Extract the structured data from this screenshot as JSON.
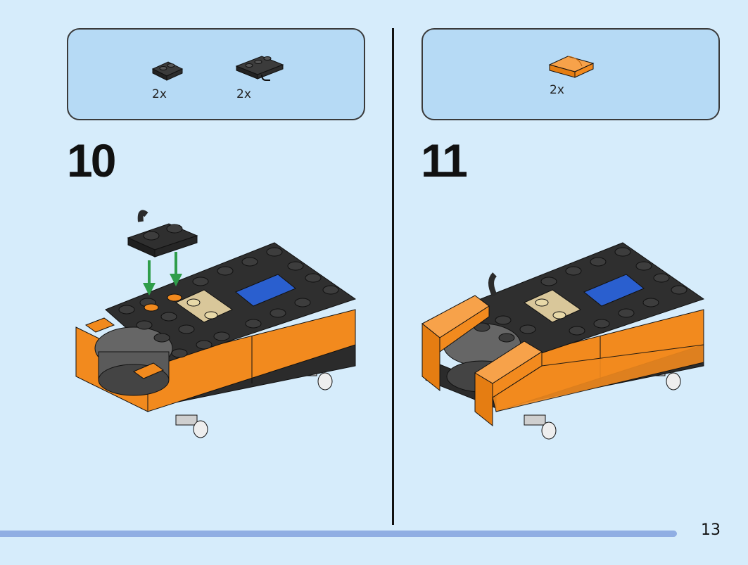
{
  "steps": [
    {
      "number": "10",
      "parts": [
        {
          "qty": "2x",
          "icon": "black-plate-1x2-icon"
        },
        {
          "qty": "2x",
          "icon": "black-plate-clip-icon"
        }
      ]
    },
    {
      "number": "11",
      "parts": [
        {
          "qty": "2x",
          "icon": "orange-curved-slope-icon"
        }
      ]
    }
  ],
  "page_number": "13",
  "colors": {
    "background": "#d6ecfb",
    "callout": "#b6daf5",
    "orange": "#f28a1e",
    "black": "#2b2b2b",
    "tan": "#d9c79a",
    "blue": "#2a5fcf",
    "arrow": "#2e9d4a",
    "progress": "#90aee3"
  }
}
